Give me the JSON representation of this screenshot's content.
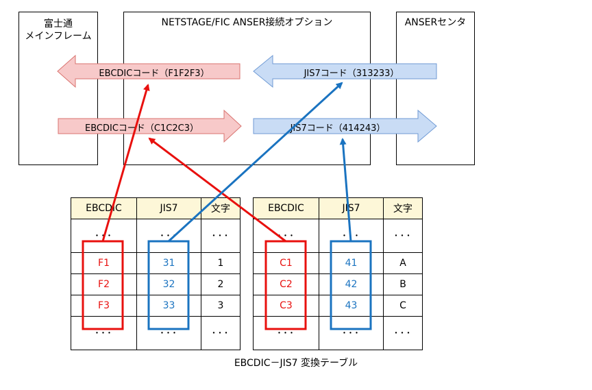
{
  "boxes": {
    "mainframe": {
      "line1": "富士通",
      "line2": "メインフレーム"
    },
    "option": {
      "title": "NETSTAGE/FIC ANSER接続オプション"
    },
    "center": {
      "title": "ANSERセンタ"
    }
  },
  "arrows": {
    "ebcdic_out": "EBCDICコード（F1F2F3）",
    "ebcdic_in": "EBCDICコード（C1C2C3）",
    "jis_in": "JIS7コード（313233）",
    "jis_out": "JIS7コード（414243）"
  },
  "tables": {
    "headers": [
      "EBCDIC",
      "JIS7",
      "文字"
    ],
    "left": [
      [
        "･･･",
        "･･･",
        "･･･"
      ],
      [
        "F1",
        "31",
        "1"
      ],
      [
        "F2",
        "32",
        "2"
      ],
      [
        "F3",
        "33",
        "3"
      ],
      [
        "･･･",
        "･･･",
        "･･･"
      ]
    ],
    "right": [
      [
        "･･･",
        "･･･",
        "･･･"
      ],
      [
        "C1",
        "41",
        "A"
      ],
      [
        "C2",
        "42",
        "B"
      ],
      [
        "C3",
        "43",
        "C"
      ],
      [
        "･･･",
        "･･･",
        "･･･"
      ]
    ]
  },
  "caption": "EBCDIC－JIS7  変換テーブル",
  "colors": {
    "red": "#e8100e",
    "blue": "#1a73c0",
    "red_arrow_fill": "#f7c9c9",
    "blue_arrow_fill": "#c9dcf5"
  }
}
